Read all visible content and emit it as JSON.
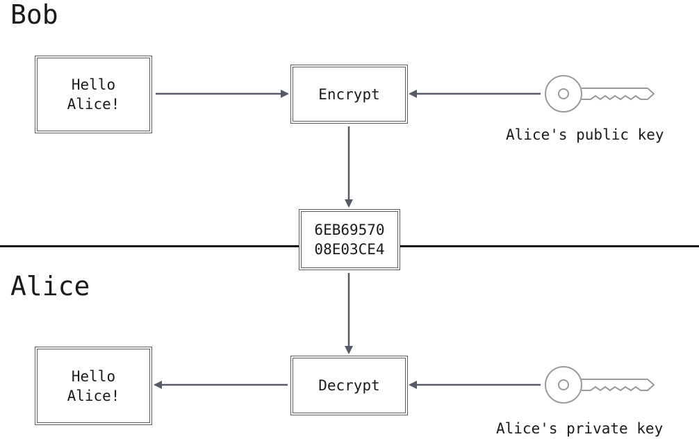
{
  "sections": {
    "top": "Bob",
    "bottom": "Alice"
  },
  "top_row": {
    "message": "Hello\nAlice!",
    "operation": "Encrypt",
    "key_label": "Alice's public key"
  },
  "ciphertext": "6EB69570\n08E03CE4",
  "bottom_row": {
    "message": "Hello\nAlice!",
    "operation": "Decrypt",
    "key_label": "Alice's private key"
  },
  "colors": {
    "box_border": "#555555",
    "arrow": "#555a66",
    "key": "#999999",
    "divider": "#111111"
  },
  "icons": [
    "key-icon",
    "arrow-icon"
  ]
}
